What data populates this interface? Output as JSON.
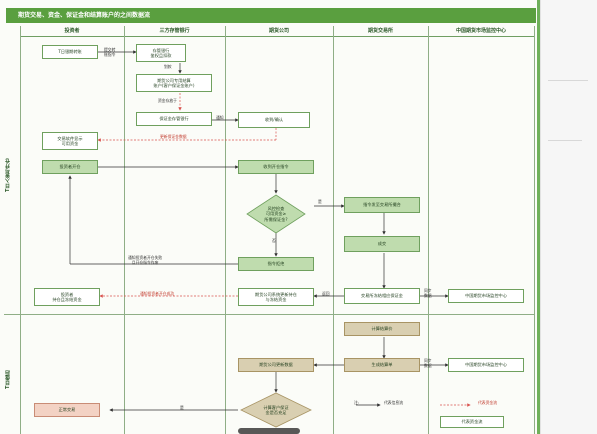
{
  "title": "期货交易、资金、保证金和结算账户的之间数据流",
  "lanes": [
    "投资者",
    "三方存管银行",
    "期货公司",
    "期货交易所",
    "中国期货市场监控中心"
  ],
  "phases": [
    "T日入金与开仓",
    "T日盘后"
  ],
  "boxes": {
    "t_transfer": "T日银期转账",
    "custody_bank": [
      "存管银行",
      "鉴权且扣款"
    ],
    "futures_account": [
      "期货公司专用结算",
      "账户(客户保证金账户)"
    ],
    "margin_custody": "保证金存管银行",
    "collect_confirm": "收到/确认",
    "trade_display": [
      "交易软件显示",
      "可用资金"
    ],
    "investor_order": "投资者开仓",
    "receive_order": "收到开仓指令",
    "risk_check": [
      "风控检查",
      "可用资金≥",
      "所需保证金?"
    ],
    "send_exchange": "指令发至交易所撮合",
    "deal": "成交",
    "reject": "指令拒绝",
    "investor_hold": [
      "投资者",
      "持仓且冻结资金"
    ],
    "update_hold": [
      "期货公司系统更新持仓",
      "与冻结资金"
    ],
    "exchange_freeze": "交易所冻结相应保证金",
    "monitor1": "中国期货市场监控中心",
    "calc_price": "计算结算价",
    "gen_settle": "生成结算单",
    "monitor2": "中国期货市场监控中心",
    "update_data": "期货公司更新数据",
    "margin_check": [
      "计算客户保证",
      "金是否充足"
    ],
    "normal_trade": "正常交易",
    "legend_fund": "代表资金流"
  },
  "labels": {
    "submit_transfer": [
      "提交转",
      "账指令"
    ],
    "bank_transfer": "划款",
    "funds_flow": "资金存放于",
    "notice": "通知",
    "update_margin": "更新保证金数据",
    "yes": "是",
    "no": "否",
    "notify_fail": [
      "通知投资者开仓失败",
      "且开仓指令作废"
    ],
    "notify_success": "通知投资者开仓成功",
    "return": "返回",
    "sync1": [
      "同步",
      "数据"
    ],
    "sync2": [
      "同步",
      "数据"
    ],
    "yes2": "是",
    "note": "注:",
    "legend_info": "代表信息流",
    "legend_fund_label": "代表资金流"
  },
  "colors": {
    "header": "#5a9f3f",
    "fund_flow": "#d9534f",
    "info_flow": "#333333"
  }
}
